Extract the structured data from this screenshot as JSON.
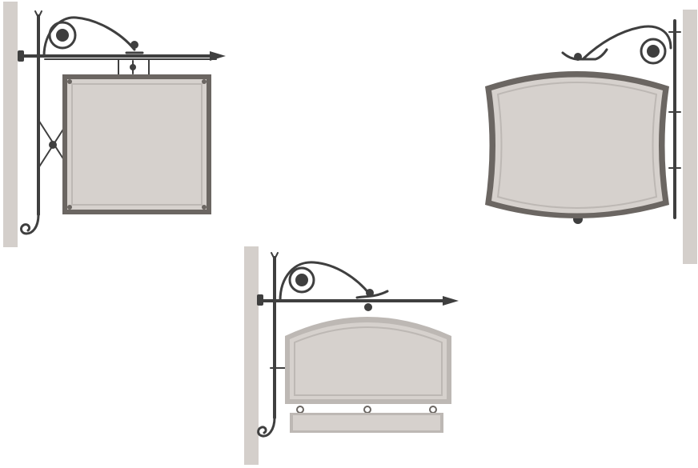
{
  "colors": {
    "background": "#ffffff",
    "wall": "#d4cfcb",
    "iron": "#3f3f3f",
    "board": "#d6d1cd",
    "frame": "#6b6662",
    "trim": "#bdb8b4"
  },
  "signs": [
    {
      "id": "square-sign",
      "shape": "square-panel"
    },
    {
      "id": "barrel-sign",
      "shape": "barrel-panel"
    },
    {
      "id": "arched-sign",
      "shape": "arched-panel-with-plaque"
    }
  ]
}
